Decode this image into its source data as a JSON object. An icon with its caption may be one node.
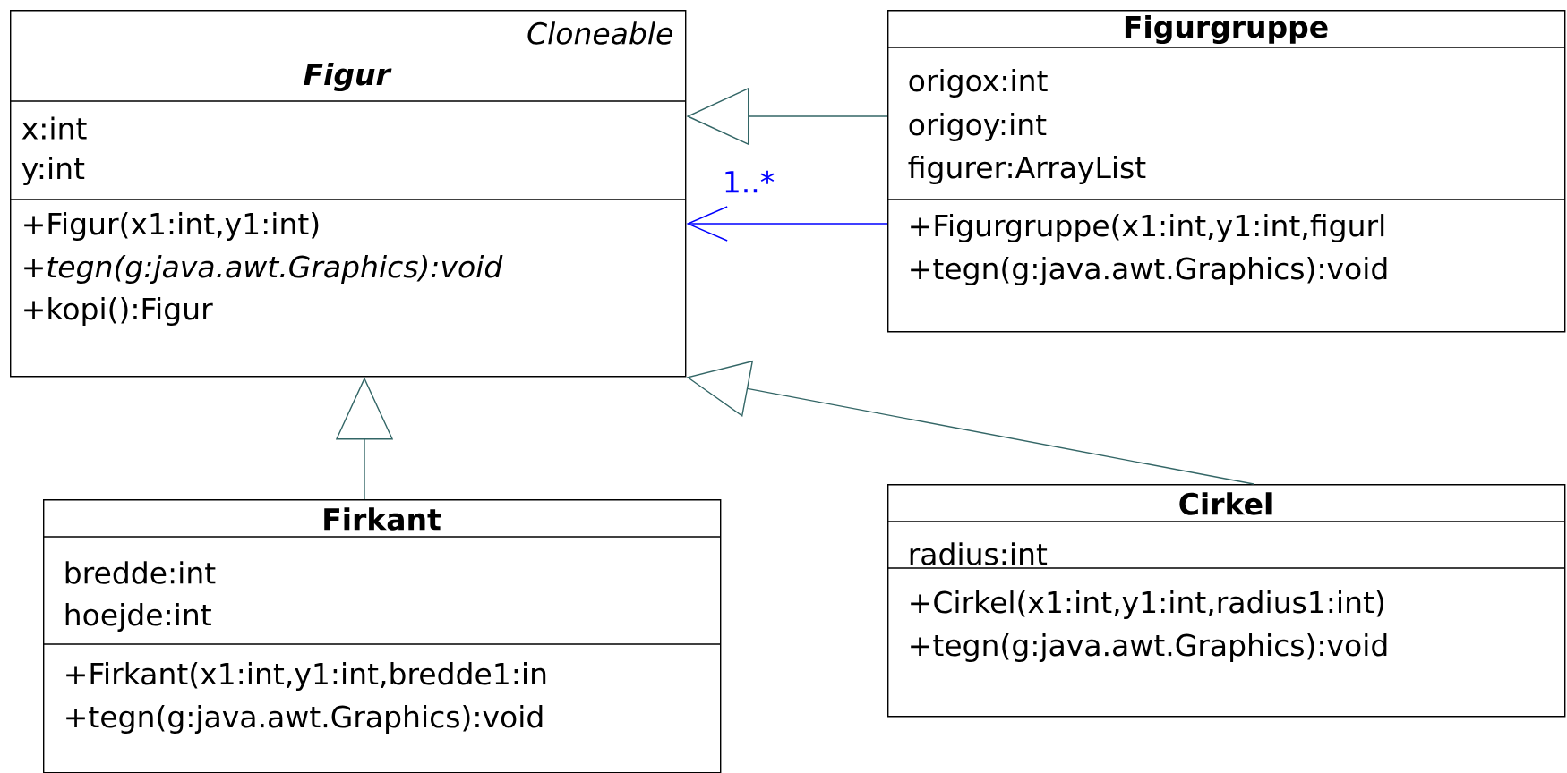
{
  "diagram": {
    "nodes": [
      {
        "text": [
          "*Cloneable*",
          "*Figur*",
          "x:int",
          "y:int",
          "+Figur(x1:int,y1:int)",
          "*+tegn(g:java.awt.Graphics):void*",
          "+kopi():Figur"
        ]
      },
      {
        "text": [
          "Figurgruppe",
          "origox:int",
          "origoy:int",
          "figurer:ArrayList",
          "+Figurgruppe(x1:int,y1:int,figurl",
          "+tegn(g:java.awt.Graphics):void"
        ]
      },
      {
        "text": [
          "Firkant",
          "bredde:int",
          "hoejde:int",
          "+Firkant(x1:int,y1:int,bredde1:in",
          "+tegn(g:java.awt.Graphics):void"
        ]
      },
      {
        "text": [
          "Cirkel",
          "radius:int",
          "+Cirkel(x1:int,y1:int,radius1:int)",
          "+tegn(g:java.awt.Graphics):void"
        ]
      }
    ],
    "edges": [
      {
        "from": 1,
        "to": 0,
        "arrow": "to"
      },
      {
        "from": 1,
        "to": 0,
        "arrow": "to",
        "label": "1..*",
        "color": "#0000ff"
      },
      {
        "from": 2,
        "to": 0,
        "arrow": "to"
      },
      {
        "from": 3,
        "to": 0,
        "arrow": "to"
      }
    ]
  }
}
